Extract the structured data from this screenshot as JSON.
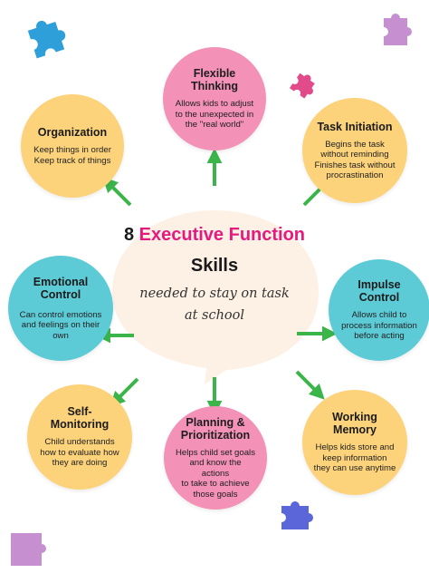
{
  "center": {
    "number": "8",
    "title_highlight": "Executive Function",
    "subtitle": "Skills",
    "tagline_line1": "needed to stay on task",
    "tagline_line2": "at school"
  },
  "skills": [
    {
      "id": "flexible",
      "color": "pink",
      "title_line1": "Flexible",
      "title_line2": "Thinking",
      "desc": [
        "Allows kids to adjust",
        "to the unexpected in",
        "the \"real world\""
      ]
    },
    {
      "id": "organization",
      "color": "yellow",
      "title_line1": "Organization",
      "title_line2": "",
      "desc": [
        "Keep things in order",
        "Keep track of things"
      ]
    },
    {
      "id": "task-init",
      "color": "yellow",
      "title_line1": "Task Initiation",
      "title_line2": "",
      "desc": [
        "Begins the task",
        "without reminding",
        "Finishes task without",
        "procrastination"
      ]
    },
    {
      "id": "emotional",
      "color": "teal",
      "title_line1": "Emotional",
      "title_line2": "Control",
      "desc": [
        "Can control emotions",
        "and feelings on their",
        "own"
      ]
    },
    {
      "id": "impulse",
      "color": "teal",
      "title_line1": "Impulse",
      "title_line2": "Control",
      "desc": [
        "Allows child to",
        "process information",
        "before acting"
      ]
    },
    {
      "id": "self-mon",
      "color": "yellow",
      "title_line1": "Self-",
      "title_line2": "Monitoring",
      "desc": [
        "Child understands",
        "how to evaluate how",
        "they are doing"
      ]
    },
    {
      "id": "planning",
      "color": "pink",
      "title_line1": "Planning &",
      "title_line2": "Prioritization",
      "desc": [
        "Helps child set goals",
        "and know the actions",
        "to take to achieve",
        "those goals"
      ]
    },
    {
      "id": "working",
      "color": "yellow",
      "title_line1": "Working",
      "title_line2": "Memory",
      "desc": [
        "Helps kids store and",
        "keep information",
        "they can use anytime"
      ]
    }
  ],
  "colors": {
    "yellow": "#fcd27a",
    "pink": "#f391b6",
    "teal": "#5ccbd6",
    "arrow": "#3bb54a",
    "accent": "#e6197f",
    "bubble": "#fdf0e4",
    "puzzle_blue": "#2e9fd9",
    "puzzle_purple": "#c58fd0",
    "puzzle_pink": "#e24b8a",
    "puzzle_indigo": "#5b67d8"
  },
  "icons": [
    "puzzle-piece-icon"
  ]
}
